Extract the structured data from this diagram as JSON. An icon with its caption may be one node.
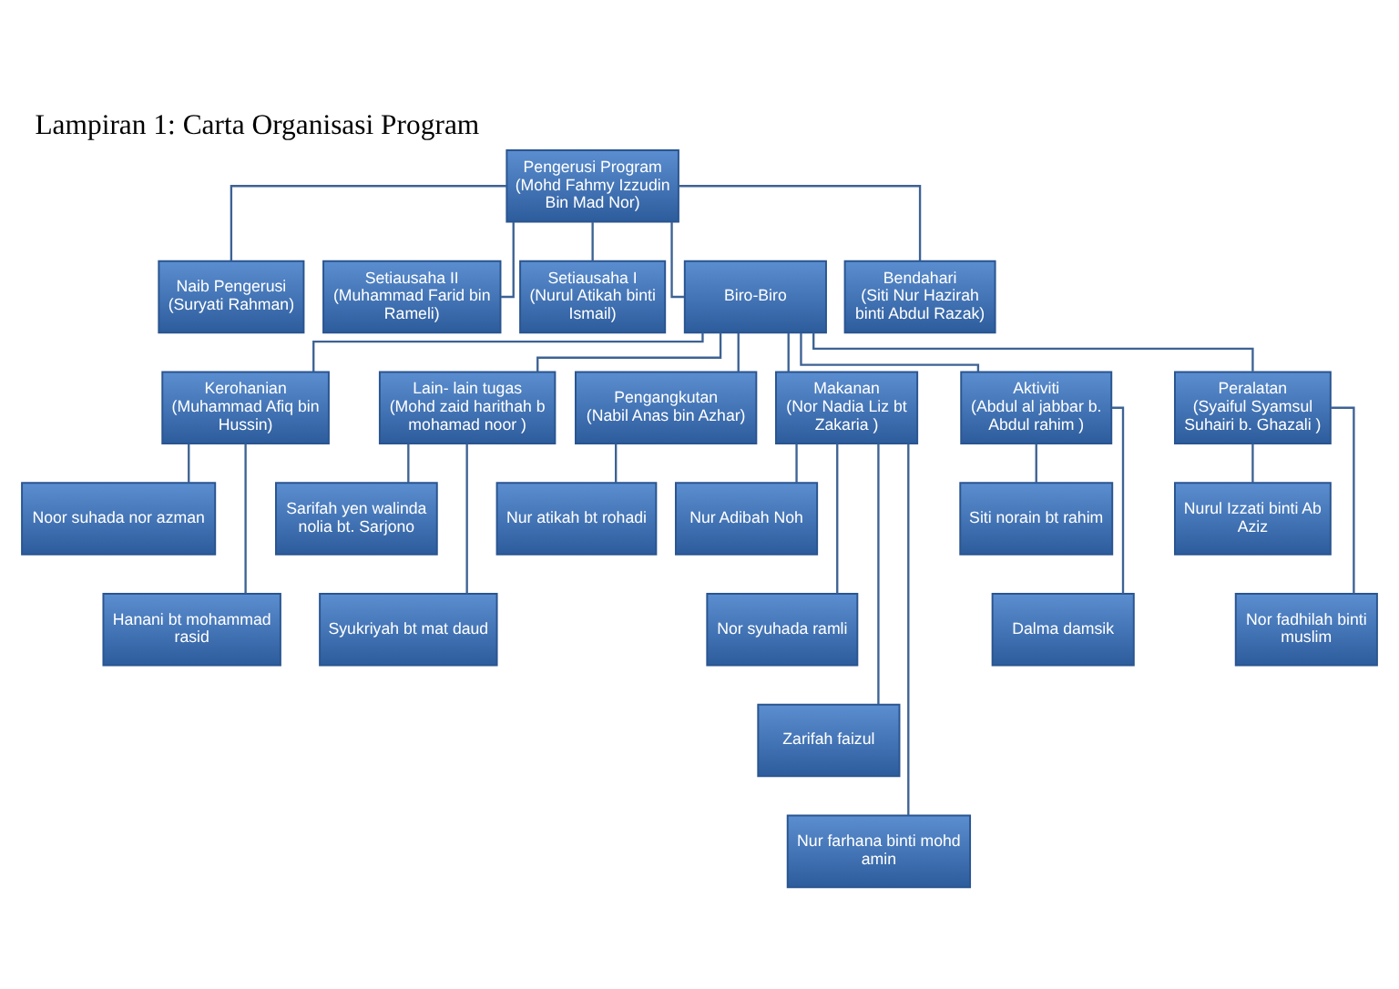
{
  "diagram": {
    "title": "Lampiran 1: Carta Organisasi Program",
    "nodes": [
      {
        "text": [
          "Pengerusi Program",
          "(Mohd Fahmy Izzudin Bin Mad Nor)"
        ]
      },
      {
        "text": [
          "Naib Pengerusi",
          "(Suryati Rahman)"
        ]
      },
      {
        "text": [
          "Setiausaha II",
          "(Muhammad Farid bin Rameli)"
        ]
      },
      {
        "text": [
          "Setiausaha I",
          "(Nurul Atikah binti Ismail)"
        ]
      },
      {
        "text": [
          "Biro-Biro"
        ]
      },
      {
        "text": [
          "Bendahari",
          "(Siti Nur Hazirah binti Abdul Razak)"
        ]
      },
      {
        "text": [
          "Kerohanian",
          "(Muhammad Afiq bin Hussin)"
        ]
      },
      {
        "text": [
          "Lain- lain tugas",
          "(Mohd zaid harithah b mohamad noor )"
        ]
      },
      {
        "text": [
          "Pengangkutan",
          "(Nabil Anas bin Azhar)"
        ]
      },
      {
        "text": [
          "Makanan",
          "(Nor Nadia Liz bt Zakaria )"
        ]
      },
      {
        "text": [
          "Aktiviti",
          "(Abdul al jabbar b. Abdul rahim )"
        ]
      },
      {
        "text": [
          "Peralatan",
          "(Syaiful Syamsul Suhairi b. Ghazali )"
        ]
      },
      {
        "text": [
          "Noor suhada nor azman"
        ]
      },
      {
        "text": [
          "Hanani bt mohammad rasid"
        ]
      },
      {
        "text": [
          "Sarifah yen walinda nolia bt. Sarjono"
        ]
      },
      {
        "text": [
          "Syukriyah bt mat daud"
        ]
      },
      {
        "text": [
          "Nur atikah bt rohadi"
        ]
      },
      {
        "text": [
          "Nur Adibah Noh"
        ]
      },
      {
        "text": [
          "Nor syuhada ramli"
        ]
      },
      {
        "text": [
          "Zarifah faizul"
        ]
      },
      {
        "text": [
          "Nur farhana binti mohd amin"
        ]
      },
      {
        "text": [
          "Siti norain bt rahim"
        ]
      },
      {
        "text": [
          "Dalma damsik"
        ]
      },
      {
        "text": [
          "Nurul Izzati binti Ab Aziz"
        ]
      },
      {
        "text": [
          "Nor fadhilah binti muslim"
        ]
      }
    ],
    "edges": [
      {
        "from": 0,
        "to": 1,
        "arrow": "none"
      },
      {
        "from": 0,
        "to": 2,
        "arrow": "none"
      },
      {
        "from": 0,
        "to": 3,
        "arrow": "none"
      },
      {
        "from": 0,
        "to": 4,
        "arrow": "none"
      },
      {
        "from": 0,
        "to": 5,
        "arrow": "none"
      },
      {
        "from": 4,
        "to": 6,
        "arrow": "none"
      },
      {
        "from": 4,
        "to": 7,
        "arrow": "none"
      },
      {
        "from": 4,
        "to": 8,
        "arrow": "none"
      },
      {
        "from": 4,
        "to": 9,
        "arrow": "none"
      },
      {
        "from": 4,
        "to": 10,
        "arrow": "none"
      },
      {
        "from": 4,
        "to": 11,
        "arrow": "none"
      },
      {
        "from": 6,
        "to": 12,
        "arrow": "none"
      },
      {
        "from": 6,
        "to": 13,
        "arrow": "none"
      },
      {
        "from": 7,
        "to": 14,
        "arrow": "none"
      },
      {
        "from": 7,
        "to": 15,
        "arrow": "none"
      },
      {
        "from": 8,
        "to": 16,
        "arrow": "none"
      },
      {
        "from": 9,
        "to": 17,
        "arrow": "none"
      },
      {
        "from": 9,
        "to": 18,
        "arrow": "none"
      },
      {
        "from": 9,
        "to": 19,
        "arrow": "none"
      },
      {
        "from": 9,
        "to": 20,
        "arrow": "none"
      },
      {
        "from": 10,
        "to": 21,
        "arrow": "none"
      },
      {
        "from": 10,
        "to": 22,
        "arrow": "none"
      },
      {
        "from": 11,
        "to": 23,
        "arrow": "none"
      },
      {
        "from": 11,
        "to": 24,
        "arrow": "none"
      }
    ]
  }
}
